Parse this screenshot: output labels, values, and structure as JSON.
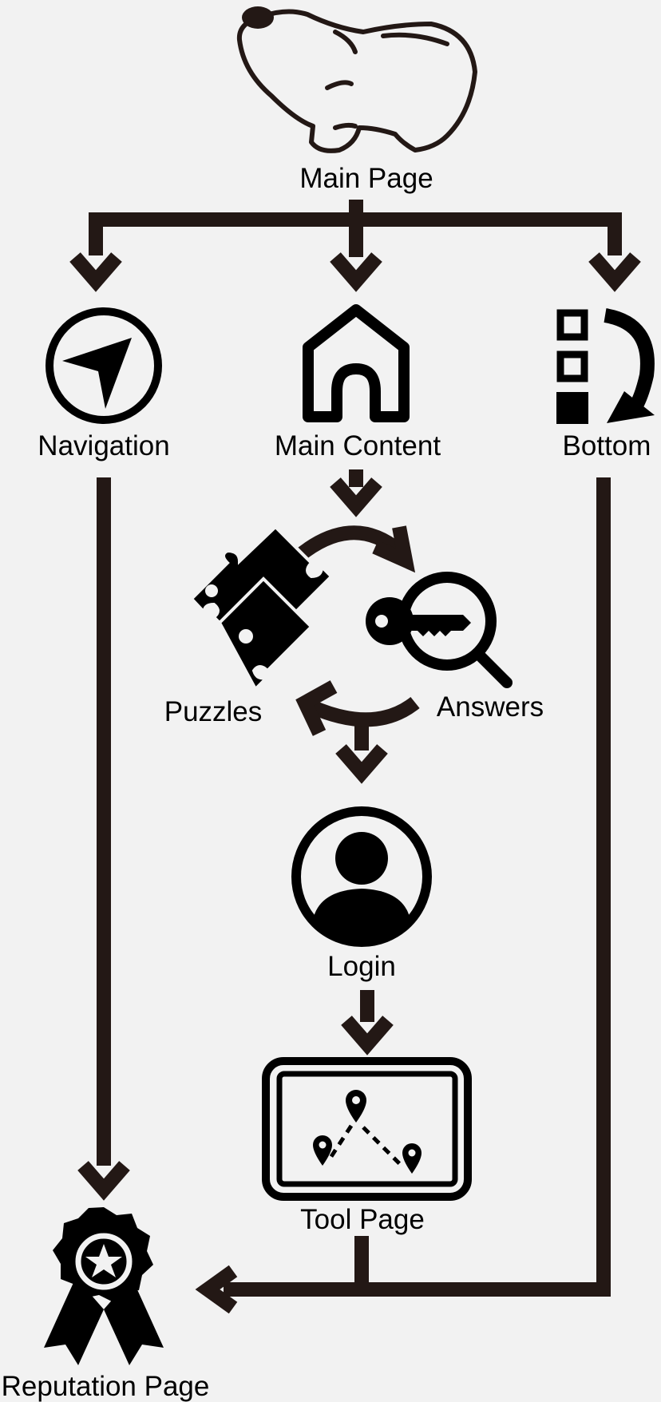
{
  "colors": {
    "background": "#f2f2f2",
    "ink": "#231815",
    "icon": "#000000"
  },
  "nodes": {
    "main_page": {
      "label": "Main Page",
      "icon": "bear-icon"
    },
    "navigation": {
      "label": "Navigation",
      "icon": "navigation-arrow-icon"
    },
    "main_content": {
      "label": "Main Content",
      "icon": "home-icon"
    },
    "bottom": {
      "label": "Bottom",
      "icon": "list-rotate-icon"
    },
    "puzzles": {
      "label": "Puzzles",
      "icon": "puzzle-icon"
    },
    "answers": {
      "label": "Answers",
      "icon": "key-search-icon"
    },
    "login": {
      "label": "Login",
      "icon": "user-avatar-icon"
    },
    "tool_page": {
      "label": "Tool Page",
      "icon": "map-route-icon"
    },
    "reputation_page": {
      "label": "Reputation Page",
      "icon": "award-badge-icon"
    }
  }
}
